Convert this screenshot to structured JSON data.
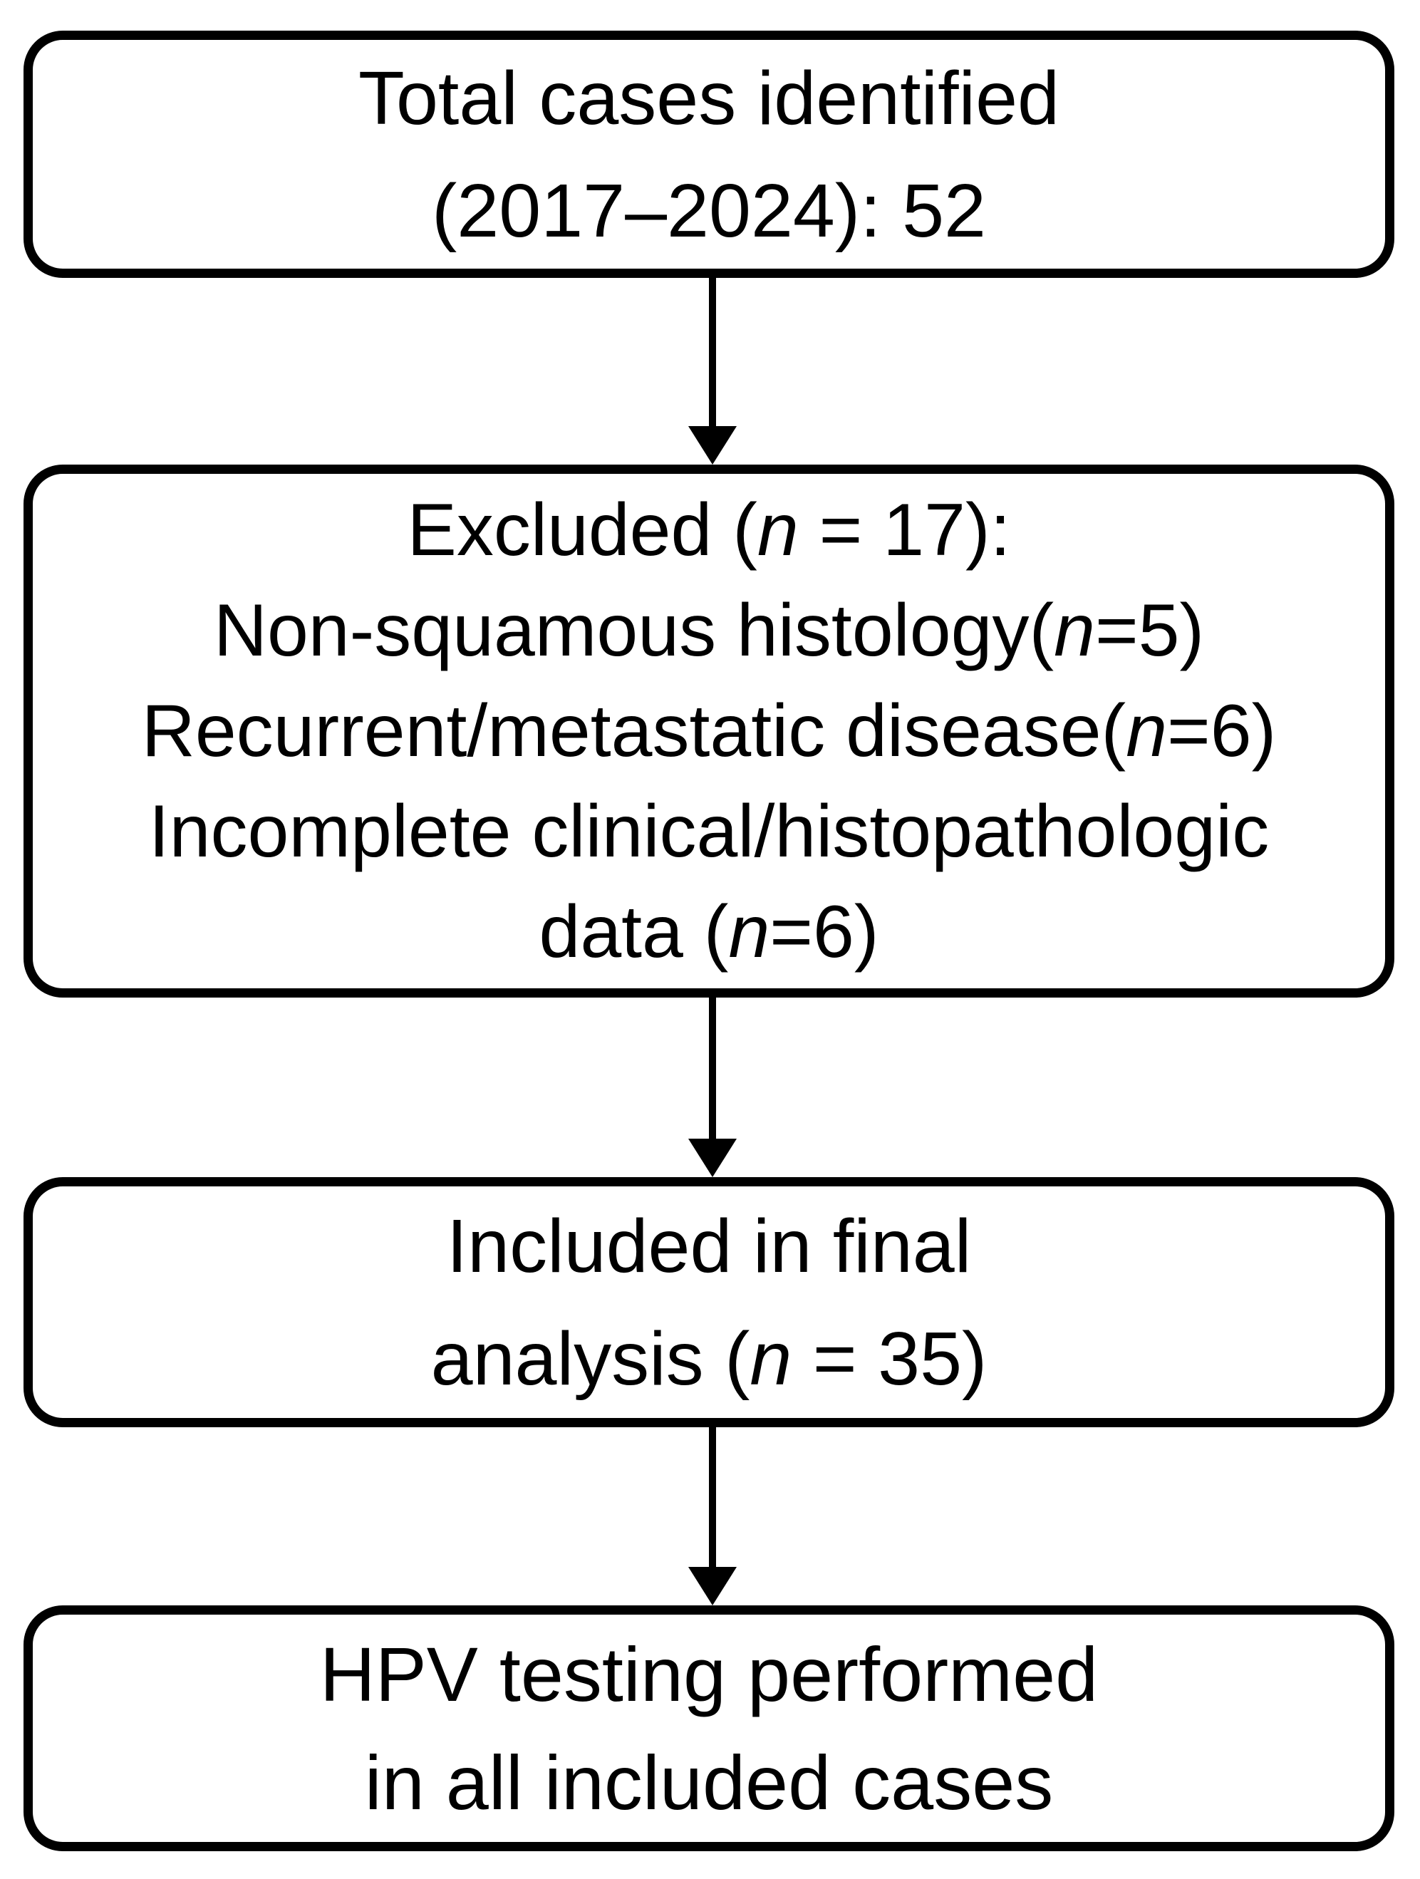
{
  "page": {
    "background_color": "#ffffff",
    "line_color": "#000000",
    "text_color": "#000000"
  },
  "flowchart": {
    "boxes": [
      {
        "name": "total-cases-box",
        "lines": [
          [
            {
              "t": "Total cases identified"
            }
          ],
          [
            {
              "t": "(2017–2024): 52"
            }
          ]
        ]
      },
      {
        "name": "excluded-box",
        "lines": [
          [
            {
              "t": "Excluded ("
            },
            {
              "t": "n",
              "i": true
            },
            {
              "t": " = 17):"
            }
          ],
          [
            {
              "t": "Non-squamous histology("
            },
            {
              "t": "n",
              "i": true
            },
            {
              "t": "=5)"
            }
          ],
          [
            {
              "t": "Recurrent/metastatic disease("
            },
            {
              "t": "n",
              "i": true
            },
            {
              "t": "=6)"
            }
          ],
          [
            {
              "t": "Incomplete clinical/histopathologic"
            }
          ],
          [
            {
              "t": "data ("
            },
            {
              "t": "n",
              "i": true
            },
            {
              "t": "=6)"
            }
          ]
        ]
      },
      {
        "name": "included-box",
        "lines": [
          [
            {
              "t": "Included in final"
            }
          ],
          [
            {
              "t": "analysis ("
            },
            {
              "t": "n",
              "i": true
            },
            {
              "t": " = 35)"
            }
          ]
        ]
      },
      {
        "name": "hpv-testing-box",
        "lines": [
          [
            {
              "t": "HPV testing performed"
            }
          ],
          [
            {
              "t": "in all included cases"
            }
          ]
        ]
      }
    ],
    "arrows": [
      {
        "name": "arrow-total-to-excluded"
      },
      {
        "name": "arrow-excluded-to-included"
      },
      {
        "name": "arrow-included-to-hpv"
      }
    ]
  }
}
